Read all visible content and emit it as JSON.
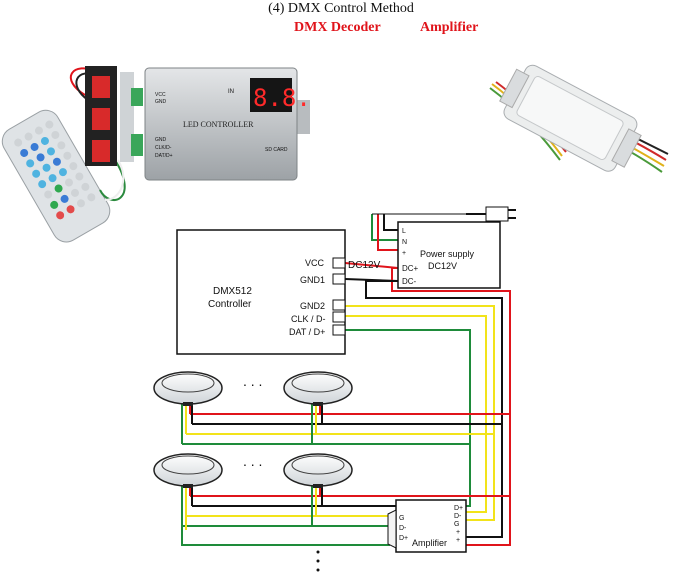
{
  "header": {
    "title": "(4) DMX Control Method",
    "decoder_label": "DMX Decoder",
    "amplifier_label": "Amplifier"
  },
  "photo_decoder": {
    "vcc": "VCC",
    "gnd_top": "GND",
    "in_label": "IN",
    "display": "8.8.",
    "device_name": "LED CONTROLLER",
    "gnd": "GND",
    "clk": "CLK/D-",
    "dat": "DAT/D+",
    "sd_card": "SD CARD"
  },
  "controller": {
    "name_line1": "DMX512",
    "name_line2": "Controller",
    "vcc": "VCC",
    "gnd1": "GND1",
    "gnd2": "GND2",
    "clk": "CLK / D-",
    "dat": "DAT / D+",
    "dc_label": "DC12V"
  },
  "power_supply": {
    "l": "L",
    "n": "N",
    "earth": "+",
    "dc_plus": "DC+",
    "dc_minus": "DC-",
    "name_line1": "Power supply",
    "name_line2": "DC12V"
  },
  "amplifier": {
    "name": "Amplifier",
    "g_in": "G",
    "d_minus_in": "D-",
    "d_plus_in": "D+",
    "d_plus_out": "D+",
    "d_minus_out": "D-",
    "g_out": "G",
    "plus_out": "+",
    "plus_out2": "+"
  },
  "ellipsis": {
    "row1": ". . .",
    "row2": ". . ."
  },
  "colors": {
    "red_wire": "#e0141b",
    "yellow_wire": "#f2e31a",
    "green_wire": "#1e8b3a",
    "black_wire": "#111111",
    "title_red": "#e0141b"
  }
}
